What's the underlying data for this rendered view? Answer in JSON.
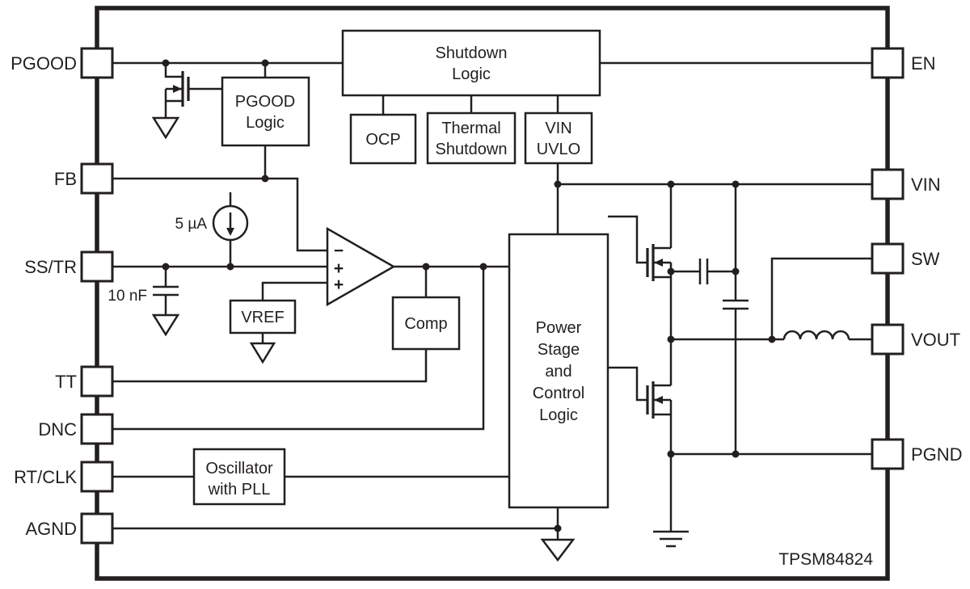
{
  "diagram": {
    "part_number": "TPSM84824",
    "pins": {
      "left": [
        {
          "label": "PGOOD"
        },
        {
          "label": "FB"
        },
        {
          "label": "SS/TR"
        },
        {
          "label": "TT"
        },
        {
          "label": "DNC"
        },
        {
          "label": "RT/CLK"
        },
        {
          "label": "AGND"
        }
      ],
      "right": [
        {
          "label": "EN"
        },
        {
          "label": "VIN"
        },
        {
          "label": "SW"
        },
        {
          "label": "VOUT"
        },
        {
          "label": "PGND"
        }
      ]
    },
    "blocks": {
      "pgood_logic": {
        "line1": "PGOOD",
        "line2": "Logic"
      },
      "shutdown_logic": {
        "line1": "Shutdown",
        "line2": "Logic"
      },
      "ocp": {
        "line1": "OCP"
      },
      "thermal_shutdown": {
        "line1": "Thermal",
        "line2": "Shutdown"
      },
      "vin_uvlo": {
        "line1": "VIN",
        "line2": "UVLO"
      },
      "comp": {
        "line1": "Comp"
      },
      "vref": {
        "line1": "VREF"
      },
      "oscillator": {
        "line1": "Oscillator",
        "line2": "with PLL"
      },
      "power_stage": {
        "line1": "Power",
        "line2": "Stage",
        "line3": "and",
        "line4": "Control",
        "line5": "Logic"
      }
    },
    "annotations": {
      "current_source": "5 µA",
      "soft_start_cap": "10 nF",
      "amp_in_minus": "−",
      "amp_in_plus1": "+",
      "amp_in_plus2": "+"
    },
    "colors": {
      "line": "#231f20",
      "background": "#ffffff",
      "block_fill": "#ffffff"
    }
  }
}
